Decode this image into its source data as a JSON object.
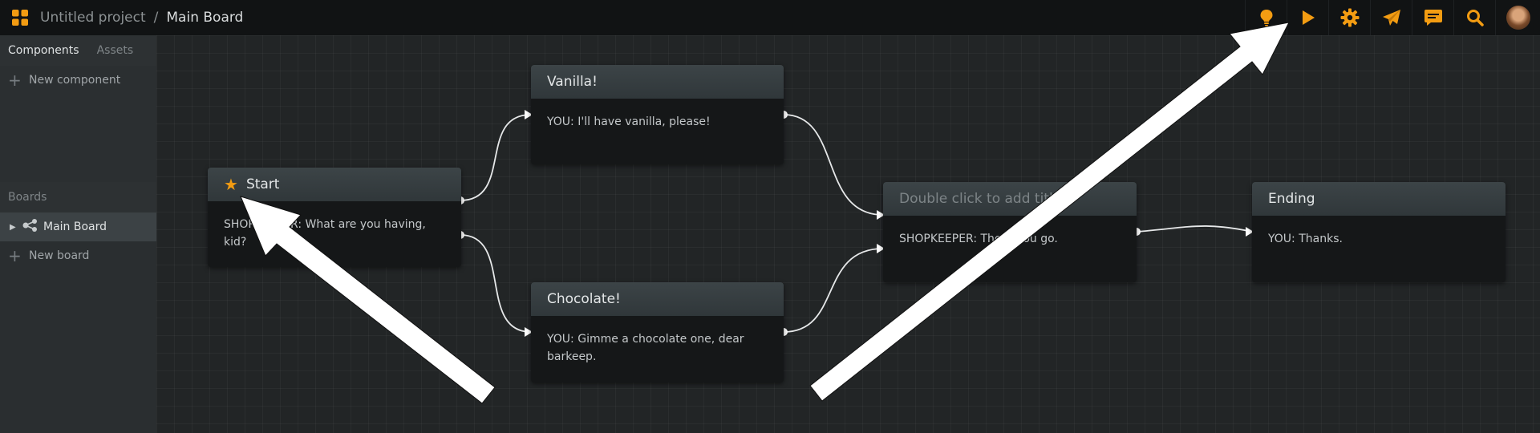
{
  "header": {
    "project_title": "Untitled project",
    "separator": "/",
    "board_title": "Main Board"
  },
  "toolbar": {
    "buttons": [
      {
        "name": "lightbulb-icon"
      },
      {
        "name": "play-icon"
      },
      {
        "name": "gear-icon"
      },
      {
        "name": "paper-plane-icon"
      },
      {
        "name": "comment-icon"
      },
      {
        "name": "search-icon"
      }
    ],
    "accent_color": "#f39c12"
  },
  "sidebar": {
    "tabs": [
      "Components",
      "Assets"
    ],
    "new_component_label": "New component",
    "boards_header": "Boards",
    "boards": [
      {
        "label": "Main Board",
        "selected": true
      }
    ],
    "new_board_label": "New board"
  },
  "nodes": {
    "start": {
      "title": "Start",
      "body": "SHOPKEEPER: What are you having, kid?"
    },
    "vanilla": {
      "title": "Vanilla!",
      "body": "YOU: I'll have vanilla, please!"
    },
    "chocolate": {
      "title": "Chocolate!",
      "body": "YOU: Gimme a chocolate one, dear barkeep."
    },
    "middle": {
      "title": "Double click to add title",
      "body": "SHOPKEEPER: There you go."
    },
    "ending": {
      "title": "Ending",
      "body": "YOU: Thanks."
    }
  }
}
